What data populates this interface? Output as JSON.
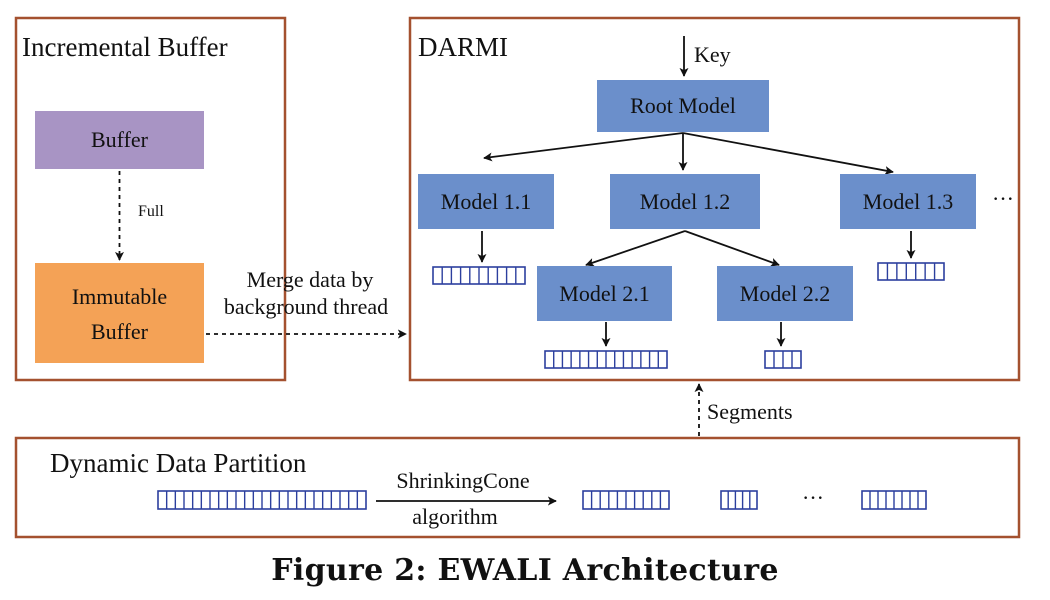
{
  "diagram": {
    "incremental_buffer": {
      "title": "Incremental Buffer",
      "buffer_label": "Buffer",
      "full_label": "Full",
      "immutable_label_line1": "Immutable",
      "immutable_label_line2": "Buffer"
    },
    "merge_label_line1": "Merge data by",
    "merge_label_line2": "background thread",
    "darmi": {
      "title": "DARMI",
      "key_label": "Key",
      "root_label": "Root Model",
      "models": {
        "m11": "Model 1.1",
        "m12": "Model 1.2",
        "m13": "Model 1.3",
        "m21": "Model 2.1",
        "m22": "Model 2.2"
      },
      "ellipsis": "···"
    },
    "segments_label": "Segments",
    "partition": {
      "title": "Dynamic Data Partition",
      "algo_line1": "ShrinkingCone",
      "algo_line2": "algorithm",
      "ellipsis": "···"
    },
    "colors": {
      "panel_border": "#a4512f",
      "model_fill": "#6b8fcb",
      "buffer_fill": "#a894c4",
      "immutable_fill": "#f4a256",
      "array_stroke": "#2c3f9e"
    },
    "arrays": {
      "leaf_m11_cells": 10,
      "leaf_m21_cells": 14,
      "leaf_m22_cells": 4,
      "leaf_m13_cells": 7,
      "partition_input_cells": 24,
      "segment_1_cells": 10,
      "segment_2_cells": 5,
      "segment_3_cells": 8
    }
  },
  "caption": "Figure 2: EWALI Architecture"
}
